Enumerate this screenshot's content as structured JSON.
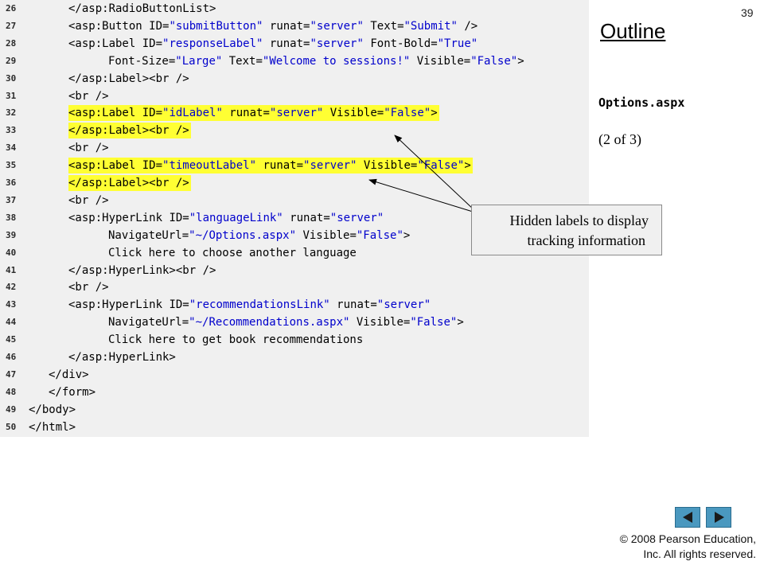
{
  "slide_number": "39",
  "outline_title": "Outline",
  "file_name": "Options.aspx",
  "page_of": "(2 of 3)",
  "callout": {
    "line1": "Hidden labels to display",
    "line2": "tracking information"
  },
  "copyright": {
    "line1": "© 2008 Pearson Education,",
    "line2": "Inc.  All rights reserved."
  },
  "nav": {
    "prev_icon": "left-triangle-icon",
    "next_icon": "right-triangle-icon"
  },
  "colors": {
    "highlight": "#ffff33",
    "string": "#0000cc",
    "code_bg": "#f0f0f0",
    "nav_button": "#4a98bf"
  },
  "code_lines": [
    {
      "num": "26",
      "indent": 1,
      "highlight": false,
      "tokens": [
        [
          "tag",
          "</asp:RadioButtonList>"
        ]
      ]
    },
    {
      "num": "27",
      "indent": 1,
      "highlight": false,
      "tokens": [
        [
          "tag",
          "<asp:Button "
        ],
        [
          "attr",
          "ID="
        ],
        [
          "str",
          "\"submitButton\""
        ],
        [
          "attr",
          " runat="
        ],
        [
          "str",
          "\"server\""
        ],
        [
          "attr",
          " Text="
        ],
        [
          "str",
          "\"Submit\""
        ],
        [
          "tag",
          " />"
        ]
      ]
    },
    {
      "num": "28",
      "indent": 1,
      "highlight": false,
      "tokens": [
        [
          "tag",
          "<asp:Label "
        ],
        [
          "attr",
          "ID="
        ],
        [
          "str",
          "\"responseLabel\""
        ],
        [
          "attr",
          " runat="
        ],
        [
          "str",
          "\"server\""
        ],
        [
          "attr",
          " Font-Bold="
        ],
        [
          "str",
          "\"True\""
        ]
      ]
    },
    {
      "num": "29",
      "indent": 2,
      "highlight": false,
      "tokens": [
        [
          "attr",
          "Font-Size="
        ],
        [
          "str",
          "\"Large\""
        ],
        [
          "attr",
          " Text="
        ],
        [
          "str",
          "\"Welcome to sessions!\""
        ],
        [
          "attr",
          " Visible="
        ],
        [
          "str",
          "\"False\""
        ],
        [
          "tag",
          ">"
        ]
      ]
    },
    {
      "num": "30",
      "indent": 1,
      "highlight": false,
      "tokens": [
        [
          "tag",
          "</asp:Label><br />"
        ]
      ]
    },
    {
      "num": "31",
      "indent": 1,
      "highlight": false,
      "tokens": [
        [
          "tag",
          "<br />"
        ]
      ]
    },
    {
      "num": "32",
      "indent": 1,
      "highlight": true,
      "tokens": [
        [
          "tag",
          "<asp:Label "
        ],
        [
          "attr",
          "ID="
        ],
        [
          "str",
          "\"idLabel\""
        ],
        [
          "attr",
          " runat="
        ],
        [
          "str",
          "\"server\""
        ],
        [
          "attr",
          " Visible="
        ],
        [
          "str",
          "\"False\""
        ],
        [
          "tag",
          ">"
        ]
      ]
    },
    {
      "num": "33",
      "indent": 1,
      "highlight": true,
      "tokens": [
        [
          "tag",
          "</asp:Label><br />"
        ]
      ]
    },
    {
      "num": "34",
      "indent": 1,
      "highlight": false,
      "tokens": [
        [
          "tag",
          "<br />"
        ]
      ]
    },
    {
      "num": "35",
      "indent": 1,
      "highlight": true,
      "tokens": [
        [
          "tag",
          "<asp:Label "
        ],
        [
          "attr",
          "ID="
        ],
        [
          "str",
          "\"timeoutLabel\""
        ],
        [
          "attr",
          " runat="
        ],
        [
          "str",
          "\"server\""
        ],
        [
          "attr",
          " Visible="
        ],
        [
          "str",
          "\"False\""
        ],
        [
          "tag",
          ">"
        ]
      ]
    },
    {
      "num": "36",
      "indent": 1,
      "highlight": true,
      "tokens": [
        [
          "tag",
          "</asp:Label><br />"
        ]
      ]
    },
    {
      "num": "37",
      "indent": 1,
      "highlight": false,
      "tokens": [
        [
          "tag",
          "<br />"
        ]
      ]
    },
    {
      "num": "38",
      "indent": 1,
      "highlight": false,
      "tokens": [
        [
          "tag",
          "<asp:HyperLink "
        ],
        [
          "attr",
          "ID="
        ],
        [
          "str",
          "\"languageLink\""
        ],
        [
          "attr",
          " runat="
        ],
        [
          "str",
          "\"server\""
        ]
      ]
    },
    {
      "num": "39",
      "indent": 2,
      "highlight": false,
      "tokens": [
        [
          "attr",
          "NavigateUrl="
        ],
        [
          "str",
          "\"~/Options.aspx\""
        ],
        [
          "attr",
          " Visible="
        ],
        [
          "str",
          "\"False\""
        ],
        [
          "tag",
          ">"
        ]
      ]
    },
    {
      "num": "40",
      "indent": 2,
      "highlight": false,
      "tokens": [
        [
          "txt",
          "Click here to choose another language"
        ]
      ]
    },
    {
      "num": "41",
      "indent": 1,
      "highlight": false,
      "tokens": [
        [
          "tag",
          "</asp:HyperLink><br />"
        ]
      ]
    },
    {
      "num": "42",
      "indent": 1,
      "highlight": false,
      "tokens": [
        [
          "tag",
          "<br />"
        ]
      ]
    },
    {
      "num": "43",
      "indent": 1,
      "highlight": false,
      "tokens": [
        [
          "tag",
          "<asp:HyperLink "
        ],
        [
          "attr",
          "ID="
        ],
        [
          "str",
          "\"recommendationsLink\""
        ],
        [
          "attr",
          " runat="
        ],
        [
          "str",
          "\"server\""
        ]
      ]
    },
    {
      "num": "44",
      "indent": 2,
      "highlight": false,
      "tokens": [
        [
          "attr",
          "NavigateUrl="
        ],
        [
          "str",
          "\"~/Recommendations.aspx\""
        ],
        [
          "attr",
          " Visible="
        ],
        [
          "str",
          "\"False\""
        ],
        [
          "tag",
          ">"
        ]
      ]
    },
    {
      "num": "45",
      "indent": 2,
      "highlight": false,
      "tokens": [
        [
          "txt",
          "Click here to get book recommendations"
        ]
      ]
    },
    {
      "num": "46",
      "indent": 1,
      "highlight": false,
      "tokens": [
        [
          "tag",
          "</asp:HyperLink>"
        ]
      ]
    },
    {
      "num": "47",
      "indent": 0.5,
      "highlight": false,
      "tokens": [
        [
          "tag",
          "</div>"
        ]
      ]
    },
    {
      "num": "48",
      "indent": 0.5,
      "highlight": false,
      "tokens": [
        [
          "tag",
          "</form>"
        ]
      ]
    },
    {
      "num": "49",
      "indent": 0,
      "highlight": false,
      "tokens": [
        [
          "tag",
          "</body>"
        ]
      ]
    },
    {
      "num": "50",
      "indent": 0,
      "highlight": false,
      "tokens": [
        [
          "tag",
          "</html>"
        ]
      ]
    }
  ]
}
